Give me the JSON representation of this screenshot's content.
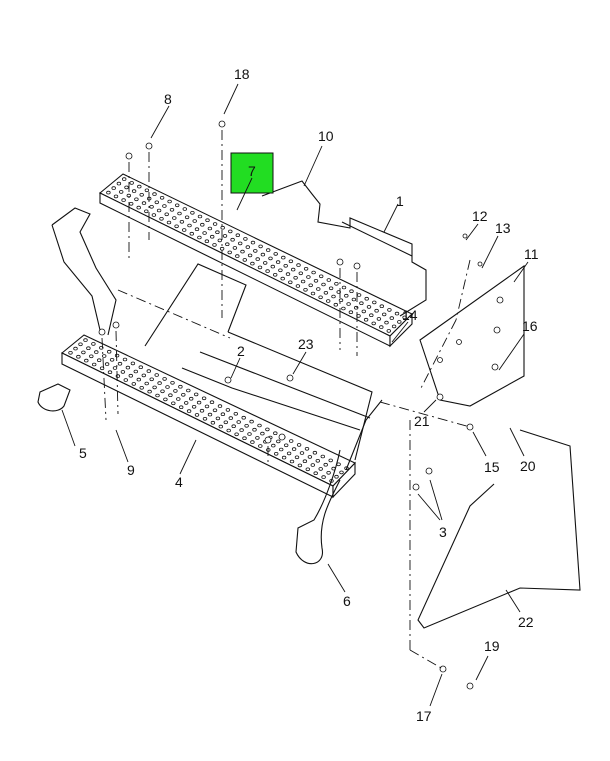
{
  "diagram": {
    "highlight_color": "#22dd22",
    "callouts": {
      "c1": "1",
      "c2": "2",
      "c3": "3",
      "c4": "4",
      "c5": "5",
      "c6": "6",
      "c7": "7",
      "c8": "8",
      "c9": "9",
      "c10": "10",
      "c11": "11",
      "c12": "12",
      "c13": "13",
      "c14": "14",
      "c15": "15",
      "c16": "16",
      "c17": "17",
      "c18": "18",
      "c19": "19",
      "c20": "20",
      "c21": "21",
      "c22": "22",
      "c23": "23"
    }
  }
}
